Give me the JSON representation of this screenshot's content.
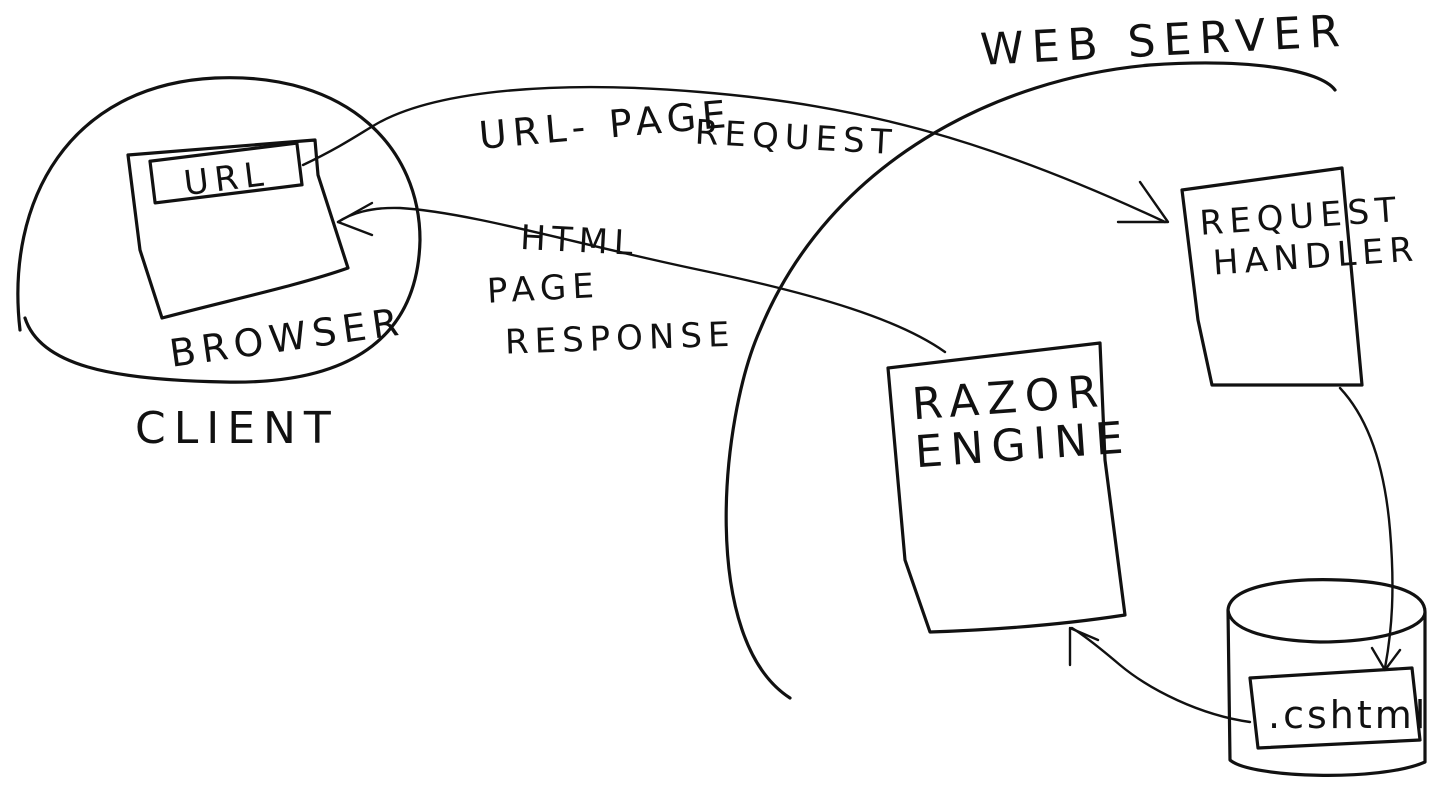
{
  "diagram": {
    "client_label": "CLIENT",
    "browser_label": "BROWSER",
    "url_label": "URL",
    "web_server_label": "WEB SERVER",
    "request_handler_label": [
      "REQUEST",
      "HANDLER"
    ],
    "razor_engine_label": [
      "RAZOR",
      "ENGINE"
    ],
    "cshtml_label": ".cshtml",
    "request_arrow_label": [
      "URL- PAGE",
      "REQUEST"
    ],
    "response_arrow_label": [
      "HTML",
      "PAGE",
      "RESPONSE"
    ]
  }
}
